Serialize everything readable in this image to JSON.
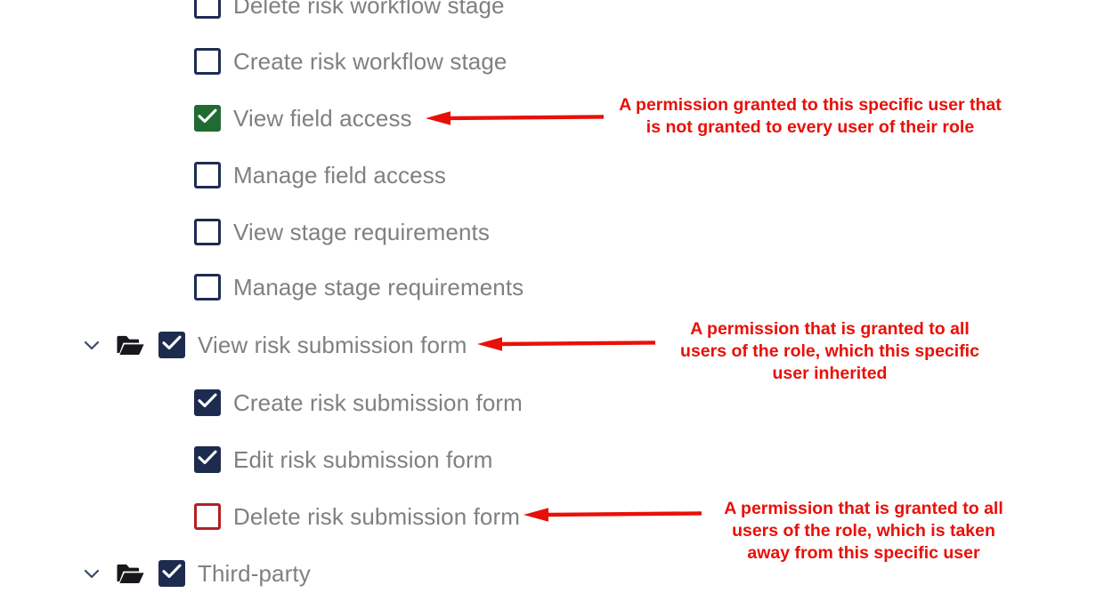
{
  "theme": {
    "background": "#ffffff",
    "label_color": "#808080",
    "navy": "#1d2b4f",
    "green": "#1f6b32",
    "red_border": "#b22025",
    "annotation_red": "#e81008"
  },
  "permission_tree": {
    "rows": [
      {
        "id": "delete-risk-workflow-stage",
        "label": "Delete risk workflow stage",
        "state": "unchecked",
        "style": "navy",
        "level": "child",
        "has_folder": false,
        "has_chevron": false
      },
      {
        "id": "create-risk-workflow-stage",
        "label": "Create risk workflow stage",
        "state": "unchecked",
        "style": "navy",
        "level": "child",
        "has_folder": false,
        "has_chevron": false
      },
      {
        "id": "view-field-access",
        "label": "View field access",
        "state": "checked",
        "style": "green",
        "level": "child",
        "has_folder": false,
        "has_chevron": false
      },
      {
        "id": "manage-field-access",
        "label": "Manage field access",
        "state": "unchecked",
        "style": "navy",
        "level": "child",
        "has_folder": false,
        "has_chevron": false
      },
      {
        "id": "view-stage-requirements",
        "label": "View stage requirements",
        "state": "unchecked",
        "style": "navy",
        "level": "child",
        "has_folder": false,
        "has_chevron": false
      },
      {
        "id": "manage-stage-requirements",
        "label": "Manage stage requirements",
        "state": "unchecked",
        "style": "navy",
        "level": "child",
        "has_folder": false,
        "has_chevron": false
      },
      {
        "id": "view-risk-submission-form",
        "label": "View risk submission form",
        "state": "checked",
        "style": "navy",
        "level": "parent",
        "has_folder": true,
        "has_chevron": true
      },
      {
        "id": "create-risk-submission-form",
        "label": "Create risk submission form",
        "state": "checked",
        "style": "navy",
        "level": "child",
        "has_folder": false,
        "has_chevron": false
      },
      {
        "id": "edit-risk-submission-form",
        "label": "Edit risk submission form",
        "state": "checked",
        "style": "navy",
        "level": "child",
        "has_folder": false,
        "has_chevron": false
      },
      {
        "id": "delete-risk-submission-form",
        "label": "Delete risk submission form",
        "state": "unchecked",
        "style": "red",
        "level": "child",
        "has_folder": false,
        "has_chevron": false
      },
      {
        "id": "third-party",
        "label": "Third-party",
        "state": "checked",
        "style": "navy",
        "level": "parent",
        "has_folder": true,
        "has_chevron": true
      }
    ]
  },
  "annotations": [
    {
      "id": "granted-to-specific-user",
      "text": "A permission granted to this specific user that\nis not granted to every user of their role"
    },
    {
      "id": "inherited-from-role",
      "text": "A permission that is granted to all\nusers of the role, which this specific\nuser inherited"
    },
    {
      "id": "taken-away-from-user",
      "text": "A permission that is granted to all\nusers of the role, which is taken\naway from this specific user"
    }
  ]
}
